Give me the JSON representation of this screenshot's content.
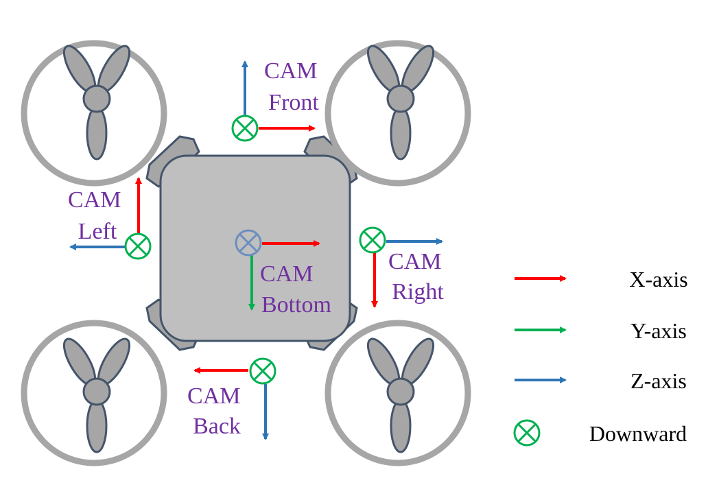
{
  "colors": {
    "x_axis": "#ff0000",
    "y_axis": "#00b050",
    "z_axis": "#2e75b6",
    "downward": "#00b050",
    "label_text": "#7030a0",
    "body_fill": "#bfbfbf",
    "body_stroke": "#44546a",
    "rotor_ring": "#a6a6a6",
    "propeller_fill": "#a6a6a6",
    "bottom_cam_marker": "#6c8ebf"
  },
  "cameras": {
    "front": {
      "line1": "CAM",
      "line2": "Front"
    },
    "left": {
      "line1": "CAM",
      "line2": "Left"
    },
    "right": {
      "line1": "CAM",
      "line2": "Right"
    },
    "bottom": {
      "line1": "CAM",
      "line2": "Bottom"
    },
    "back": {
      "line1": "CAM",
      "line2": "Back"
    }
  },
  "legend": [
    {
      "label": "X-axis",
      "symbol": "arrow",
      "color_key": "x_axis"
    },
    {
      "label": "Y-axis",
      "symbol": "arrow",
      "color_key": "y_axis"
    },
    {
      "label": "Z-axis",
      "symbol": "arrow",
      "color_key": "z_axis"
    },
    {
      "label": "Downward",
      "symbol": "circle-cross",
      "color_key": "downward"
    }
  ]
}
